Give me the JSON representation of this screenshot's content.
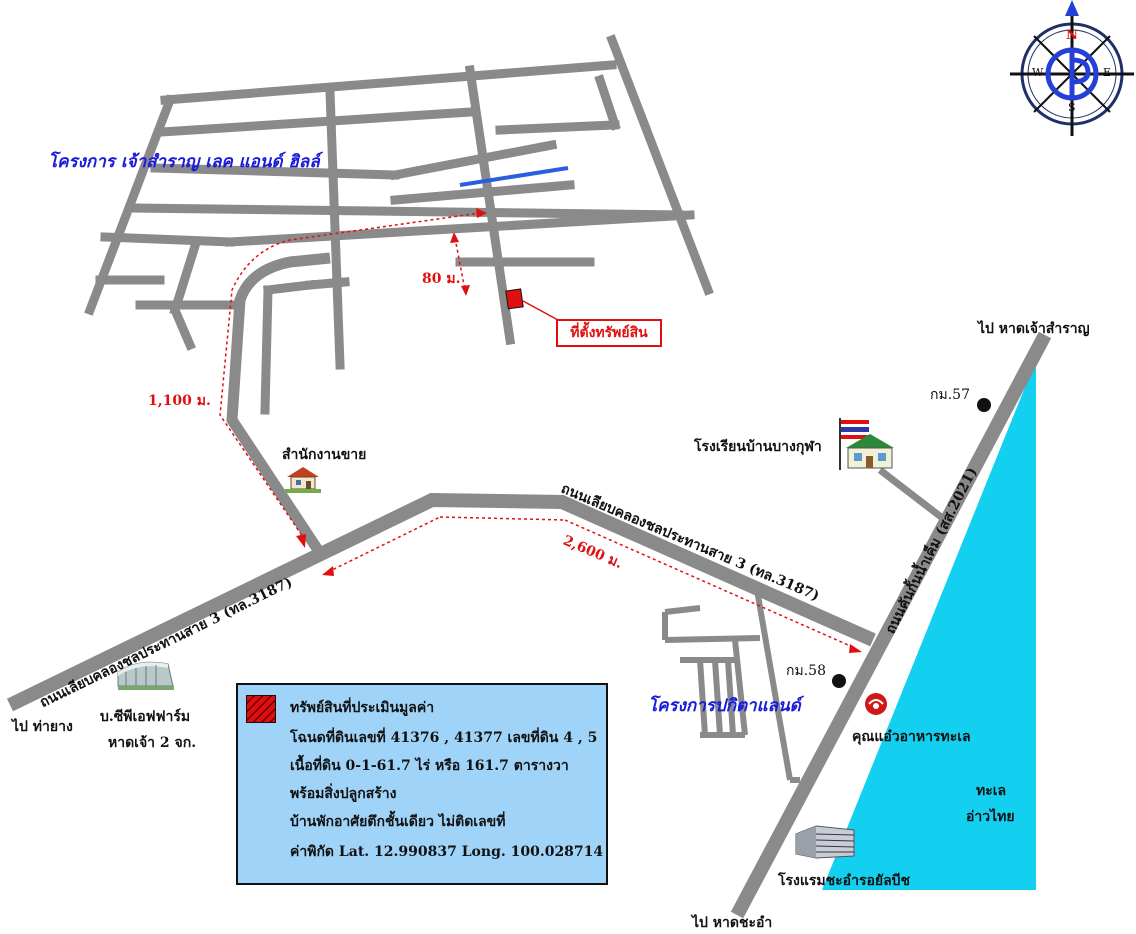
{
  "map": {
    "project_top": "โครงการ เจ้าสำราญ เลค แอนด์ ฮิลล์",
    "project_right": "โครงการปกิตาแลนด์",
    "property_label": "ที่ตั้งทรัพย์สิน",
    "sales_office": "สำนักงานขาย",
    "distance_80": "80 ม.",
    "distance_1100": "1,100 ม.",
    "distance_2600": "2,600 ม.",
    "road_main_left": "ถนนเลียบคลองชลประทานสาย 3 (ทล.3187)",
    "road_main_right": "ถนนเลียบคลองชลประทานสาย 3 (ทล.3187)",
    "road_coast": "ถนนคันกั้นน้ำเค็ม (สส.2021)",
    "to_north": "ไป หาดเจ้าสำราญ",
    "to_south": "ไป หาดชะอำ",
    "to_west": "ไป ท่ายาง",
    "km57": "กม.57",
    "km58": "กม.58",
    "school": "โรงเรียนบ้านบางกุฬา",
    "farm_line1": "บ.ซีพีเอฟฟาร์ม",
    "farm_line2": "หาดเจ้า 2 จก.",
    "restaurant": "คุณแอ๋วอาหารทะเล",
    "hotel": "โรงแรมชะอำรอยัลบีช",
    "sea_line1": "ทะเล",
    "sea_line2": "อ่าวไทย",
    "compass": {
      "n": "N",
      "s": "S",
      "e": "E",
      "w": "W"
    }
  },
  "legend": {
    "line1": "ทรัพย์สินที่ประเมินมูลค่า",
    "line2": "โฉนดที่ดินเลขที่ 41376 , 41377 เลขที่ดิน 4 , 5",
    "line3": "เนื้อที่ดิน 0-1-61.7 ไร่ หรือ 161.7 ตารางวา",
    "line4": "พร้อมสิ่งปลูกสร้าง",
    "line5": "บ้านพักอาศัยตึกชั้นเดียว ไม่ติดเลขที่",
    "line6": "ค่าพิกัด Lat. 12.990837  Long. 100.028714"
  },
  "colors": {
    "road": "#8a8a8a",
    "sea": "#13d0f0",
    "marker_red": "#e01010",
    "label_blue": "#1a1adb",
    "legend_bg": "#9fd3f7"
  }
}
